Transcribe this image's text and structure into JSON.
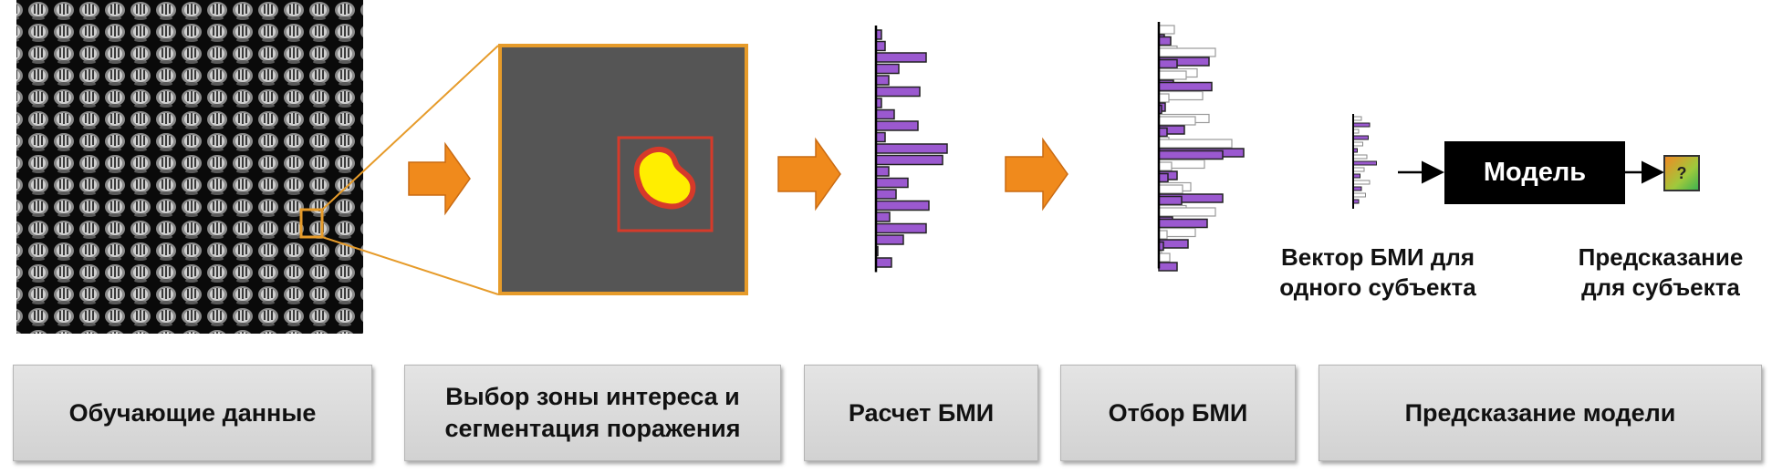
{
  "stages": [
    {
      "label": "Обучающие данные"
    },
    {
      "label": "Выбор зоны интереса и\nсегментация поражения"
    },
    {
      "label": "Расчет БМИ"
    },
    {
      "label": "Отбор БМИ"
    },
    {
      "label": "Предсказание модели"
    }
  ],
  "model_label": "Модель",
  "result_mark": "?",
  "caption_vector": "Вектор БМИ для\nодного субъекта",
  "caption_prediction": "Предсказание\nдля субъекта",
  "colors": {
    "arrow": "#f08a1c",
    "bar": "#9b59d0",
    "bar_stroke": "#222222",
    "bar_unselected": "#ffffff",
    "highlight": "#e69b2a",
    "roi": "#d63a2a",
    "lesion": "#ffee00",
    "scan_bg": "#555555",
    "stage_bg": "#dcdcdc"
  },
  "icons": {
    "process_arrow": "orange-right-arrow",
    "flow_arrow": "black-arrow",
    "montage": "mri-slice-grid",
    "zoom": "zoomed-slice-with-lesion"
  },
  "feature_values": [
    0.06,
    0.1,
    0.55,
    0.25,
    0.14,
    0.48,
    0.06,
    0.2,
    0.46,
    0.1,
    0.78,
    0.73,
    0.14,
    0.35,
    0.22,
    0.58,
    0.15,
    0.55,
    0.3,
    0.02,
    0.17
  ],
  "selection": {
    "selected": [
      0.06,
      0.13,
      0.55,
      0.2,
      0.16,
      0.58,
      0.07,
      0.03,
      0.28,
      0.09,
      0.93,
      0.7,
      0.2,
      0.1,
      0.7,
      0.25,
      0.15,
      0.53,
      0.32,
      0.05,
      0.2
    ],
    "unselected": [
      0.17,
      0.2,
      0.62,
      0.42,
      0.3,
      0.48,
      0.11,
      0.55,
      0.4,
      0.11,
      0.8,
      0.5,
      0.14,
      0.35,
      0.26,
      0.3,
      0.62,
      0.4,
      0.09,
      0.03,
      0.12
    ]
  },
  "vector_values": [
    0.3,
    0.6,
    0.2,
    0.55,
    0.35,
    0.15,
    0.5,
    0.85,
    0.4,
    0.25,
    0.6,
    0.3,
    0.45,
    0.2
  ]
}
